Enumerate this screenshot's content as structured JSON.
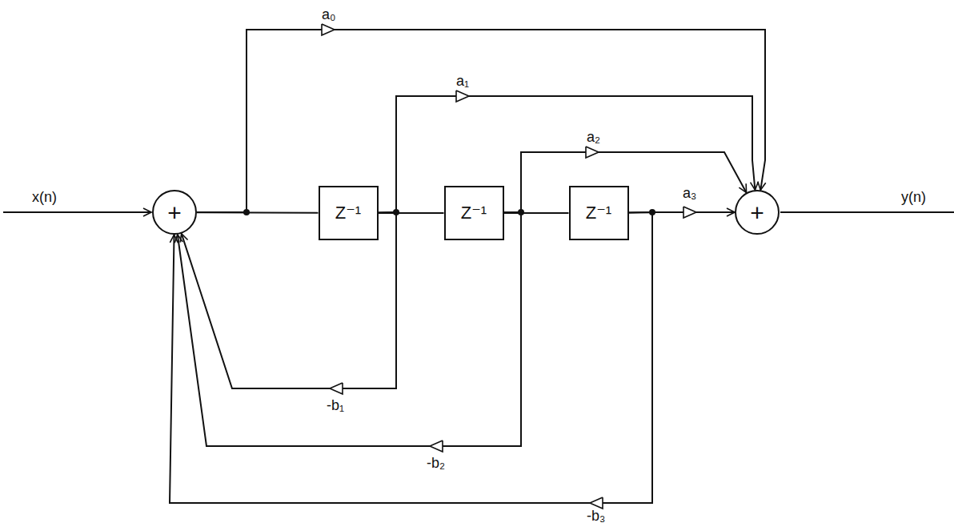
{
  "diagram": {
    "nodes": [
      {
        "text": [
          "+"
        ]
      },
      {
        "text": [
          "Z⁻¹"
        ]
      },
      {
        "text": [
          "Z⁻¹"
        ]
      },
      {
        "text": [
          "Z⁻¹"
        ]
      },
      {
        "text": [
          "+"
        ]
      }
    ],
    "edges": [
      {
        "from": 0,
        "to": 4,
        "label": "a₀",
        "arrow": "to"
      },
      {
        "from": 1,
        "to": 4,
        "label": "a₁",
        "arrow": "to"
      },
      {
        "from": 2,
        "to": 4,
        "label": "a₂",
        "arrow": "to"
      },
      {
        "from": 3,
        "to": 4,
        "label": "a₃",
        "arrow": "to"
      },
      {
        "from": 0,
        "to": 1,
        "arrow": "none"
      },
      {
        "from": 1,
        "to": 2,
        "arrow": "none"
      },
      {
        "from": 2,
        "to": 3,
        "arrow": "none"
      },
      {
        "from": 1,
        "to": 0,
        "label": "-b₁",
        "arrow": "to"
      },
      {
        "from": 2,
        "to": 0,
        "label": "-b₂",
        "arrow": "to"
      },
      {
        "from": 3,
        "to": 0,
        "label": "-b₃",
        "arrow": "to"
      }
    ],
    "labels": [
      "x(n)",
      "y(n)"
    ]
  }
}
